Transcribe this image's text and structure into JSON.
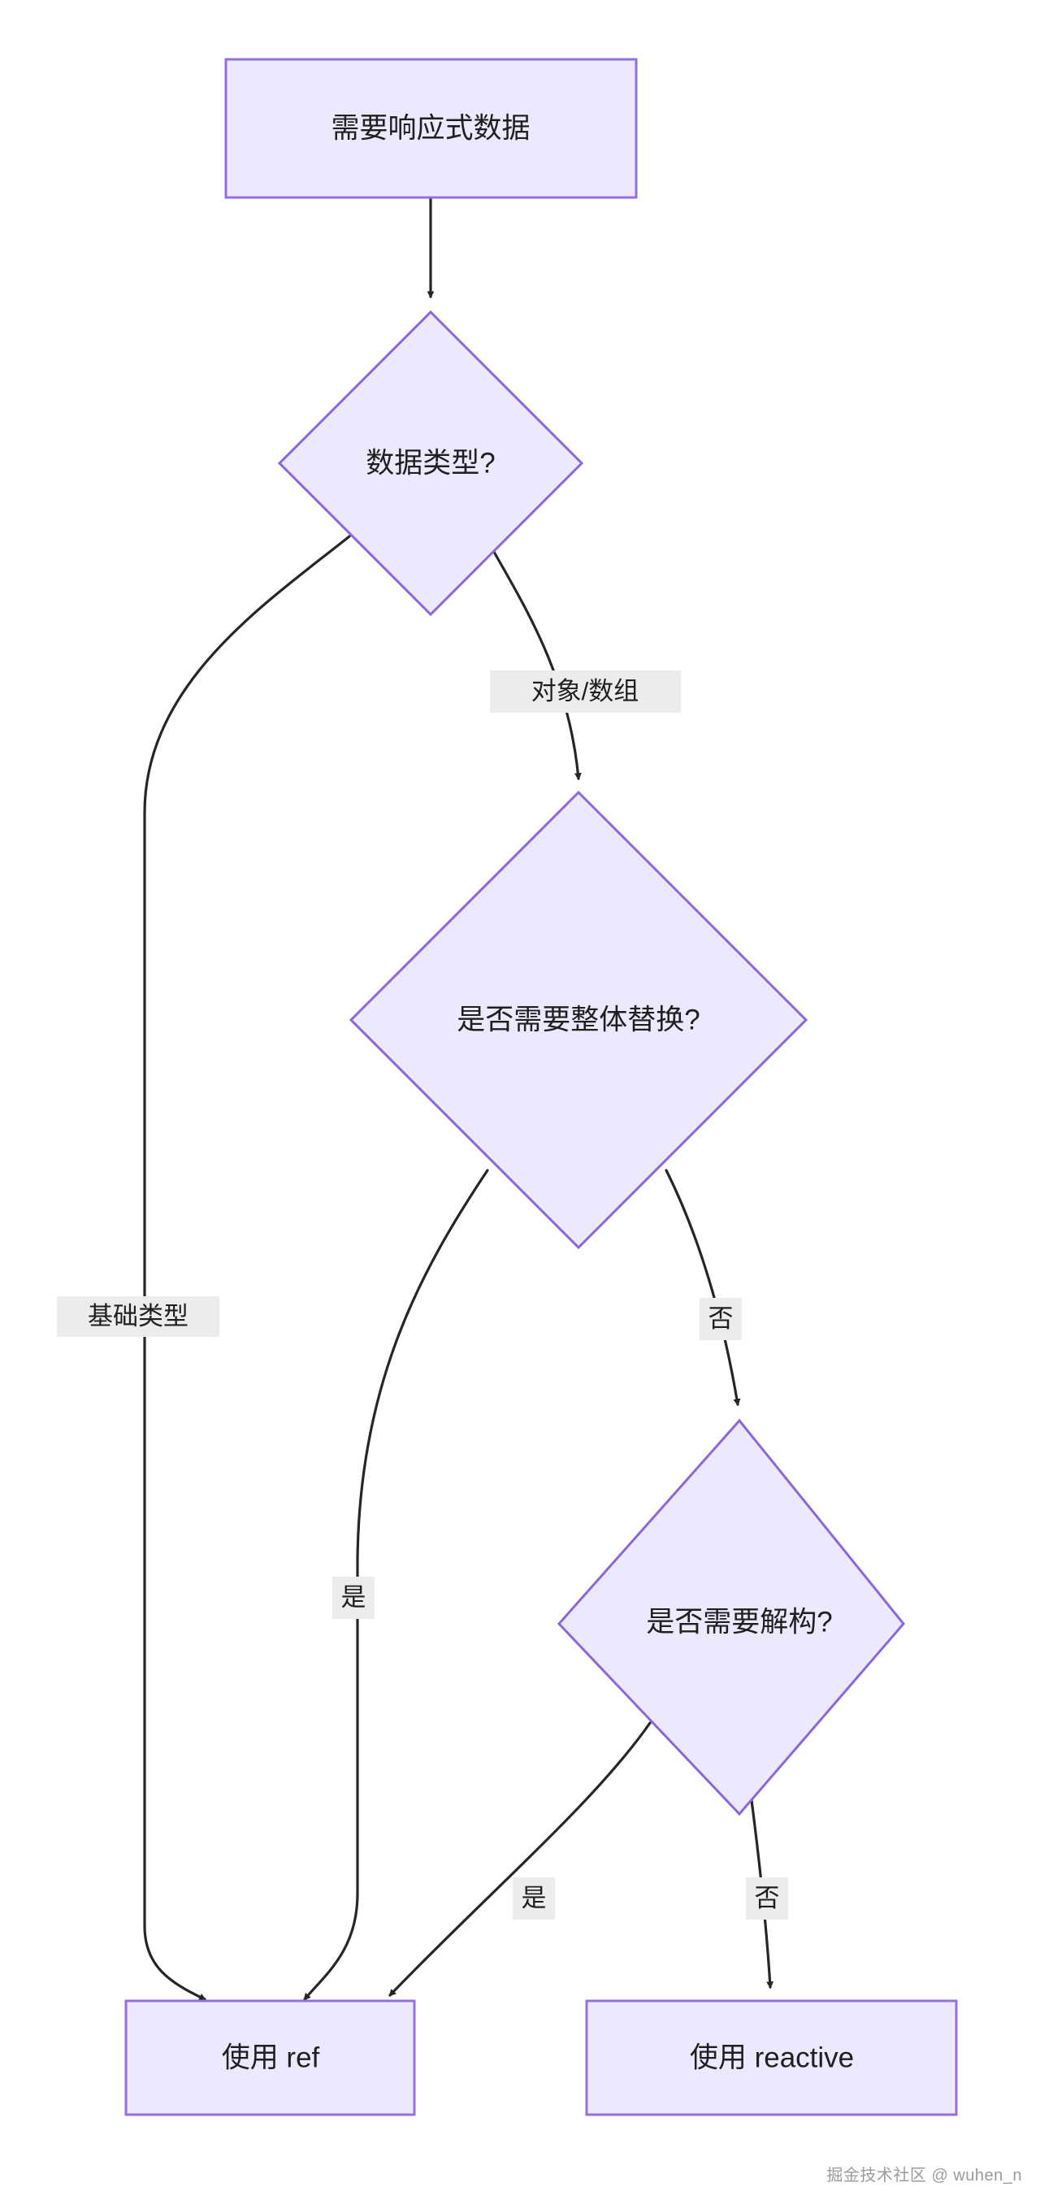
{
  "diagram": {
    "type": "flowchart",
    "direction": "top-down",
    "title": "",
    "theme": {
      "node_fill": "#ECE8FD",
      "node_border": "#9370DB",
      "edge_color": "#262626",
      "edge_label_bg": "#ECECEC",
      "text_color": "#1F1F1F",
      "background": "#FFFFFF"
    },
    "nodes": [
      {
        "id": "start",
        "shape": "rect",
        "label": "需要响应式数据"
      },
      {
        "id": "type",
        "shape": "diamond",
        "label": "数据类型?"
      },
      {
        "id": "replace",
        "shape": "diamond",
        "label": "是否需要整体替换?"
      },
      {
        "id": "destruct",
        "shape": "diamond",
        "label": "是否需要解构?"
      },
      {
        "id": "use_ref",
        "shape": "rect",
        "label": "使用 ref"
      },
      {
        "id": "use_react",
        "shape": "rect",
        "label": "使用 reactive"
      }
    ],
    "edges": [
      {
        "from": "start",
        "to": "type",
        "label": ""
      },
      {
        "from": "type",
        "to": "use_ref",
        "label": "基础类型"
      },
      {
        "from": "type",
        "to": "replace",
        "label": "对象/数组"
      },
      {
        "from": "replace",
        "to": "use_ref",
        "label": "是"
      },
      {
        "from": "replace",
        "to": "destruct",
        "label": "否"
      },
      {
        "from": "destruct",
        "to": "use_ref",
        "label": "是"
      },
      {
        "from": "destruct",
        "to": "use_react",
        "label": "否"
      }
    ]
  },
  "watermark": {
    "text": "掘金技术社区 @ wuhen_n"
  }
}
